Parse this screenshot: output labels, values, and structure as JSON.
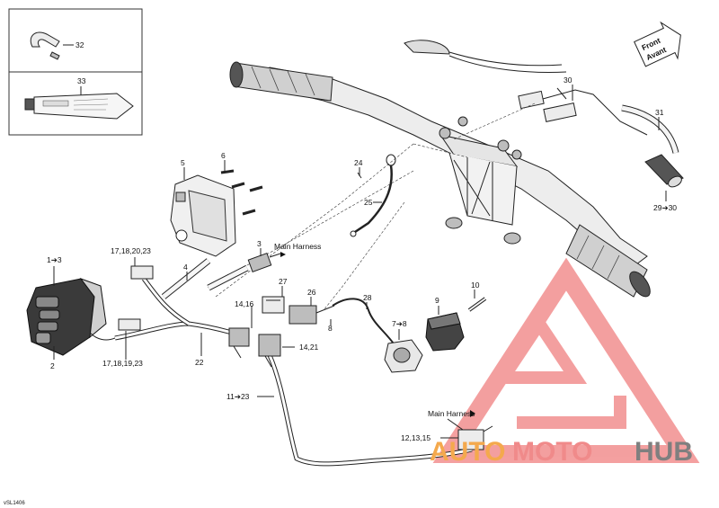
{
  "diagram_id": "vSL1406",
  "inset_labels": [
    "32",
    "33"
  ],
  "callouts": {
    "c1_3": "1➔3",
    "c2": "2",
    "c3": "3",
    "c4": "4",
    "c5": "5",
    "c6": "6",
    "c7_8": "7➔8",
    "c8": "8",
    "c9": "9",
    "c10": "10",
    "c11_23": "11➔23",
    "c12_13_15": "12,13,15",
    "c14_16": "14,16",
    "c14_21": "14,21",
    "c17_18_19_23": "17,18,19,23",
    "c17_18_20_23": "17,18,20,23",
    "c22": "22",
    "c24": "24",
    "c25": "25",
    "c26": "26",
    "c27": "27",
    "c28": "28",
    "c29_30": "29➔30",
    "c30": "30",
    "c31": "31"
  },
  "main_harness_top": "Main Harness",
  "main_harness_bottom": "Main Harness",
  "front_badge": {
    "line1": "Front",
    "line2": "Avant"
  },
  "watermark": {
    "part1": "AUTO",
    "part2": "MOTO",
    "part3": "HUB",
    "color_orange": "#f4a94d",
    "color_red": "#f08a8a",
    "color_grey": "#7f7f7f"
  }
}
